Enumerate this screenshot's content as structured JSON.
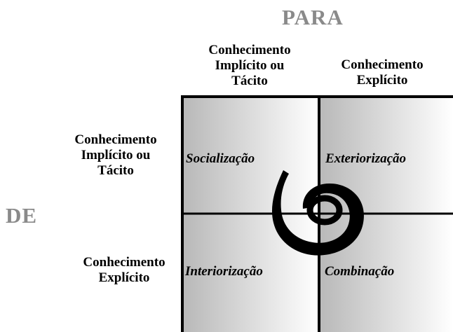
{
  "axes": {
    "to": "PARA",
    "from": "DE"
  },
  "columns": [
    {
      "lines": [
        "Conhecimento",
        "Implícito ou",
        "Tácito"
      ]
    },
    {
      "lines": [
        "Conhecimento",
        "Explícito"
      ]
    }
  ],
  "rows": [
    {
      "lines": [
        "Conhecimento",
        "Implícito ou",
        "Tácito"
      ]
    },
    {
      "lines": [
        "Conhecimento",
        "Explícito"
      ]
    }
  ],
  "quadrants": {
    "top_left": "Socialização",
    "top_right": "Exteriorização",
    "bottom_left": "Interiorização",
    "bottom_right": "Combinação"
  },
  "colors": {
    "axis_title": "#8a8a8a",
    "grid": "#000000",
    "quad_dark": "#b8b8b8",
    "quad_light": "#ffffff"
  }
}
